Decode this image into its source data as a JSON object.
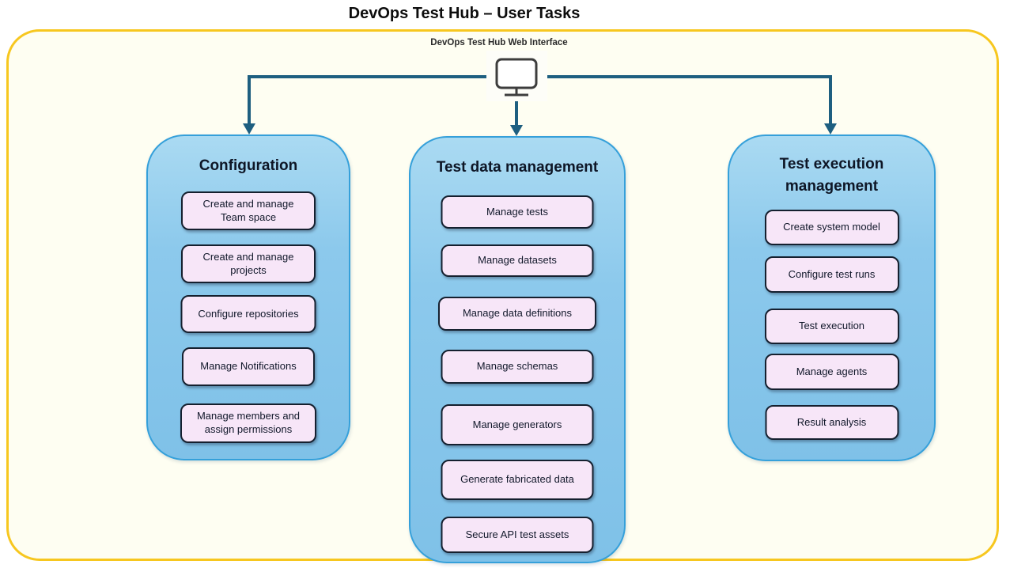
{
  "title": "DevOps Test Hub – User Tasks",
  "interface_label": "DevOps Test Hub Web Interface",
  "icons": {
    "hub": "monitor-icon"
  },
  "colors": {
    "frame_border": "#F7C71F",
    "frame_background": "#FEFEF2",
    "connector": "#1E5F80",
    "column_border": "#35A0DA",
    "column_bg_top": "#AADAF2",
    "column_bg_bottom": "#7FC1E8",
    "task_bg": "#F7E6F8",
    "task_border": "#15202F",
    "monitor_stroke": "#3D3D3D"
  },
  "columns": [
    {
      "title": "Configuration",
      "tasks": [
        "Create and manage Team space",
        "Create and manage projects",
        "Configure repositories",
        "Manage Notifications",
        "Manage members and assign permissions"
      ]
    },
    {
      "title": "Test data management",
      "tasks": [
        "Manage tests",
        "Manage datasets",
        "Manage data definitions",
        "Manage schemas",
        "Manage generators",
        "Generate fabricated data",
        "Secure API test assets"
      ]
    },
    {
      "title": "Test execution management",
      "tasks": [
        "Create system model",
        "Configure test runs",
        "Test execution",
        "Manage agents",
        "Result analysis"
      ]
    }
  ]
}
